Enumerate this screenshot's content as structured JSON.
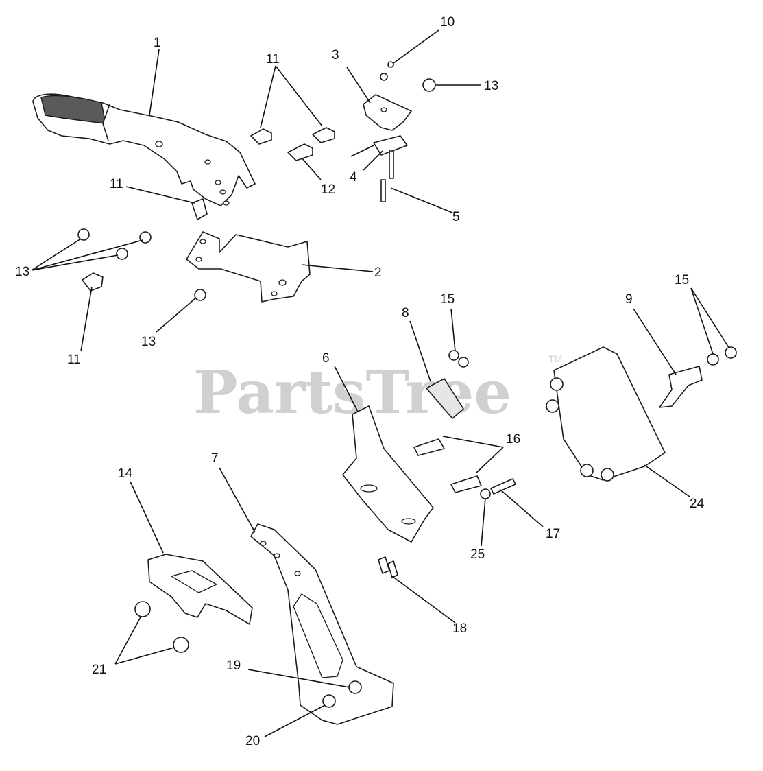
{
  "watermark": {
    "text": "PartsTree",
    "tm": "TM"
  },
  "callouts": {
    "c1": "1",
    "c2": "2",
    "c3": "3",
    "c4": "4",
    "c5": "5",
    "c6": "6",
    "c7": "7",
    "c8": "8",
    "c9": "9",
    "c10": "10",
    "c11a": "11",
    "c11b": "11",
    "c11c": "11",
    "c12": "12",
    "c13a": "13",
    "c13b": "13",
    "c13c": "13",
    "c14": "14",
    "c15a": "15",
    "c15b": "15",
    "c16": "16",
    "c17": "17",
    "c18": "18",
    "c19": "19",
    "c20": "20",
    "c21": "21",
    "c24": "24",
    "c25": "25"
  },
  "colors": {
    "line": "#1a1a1a",
    "watermark": "#d0d0d0",
    "background": "#ffffff"
  }
}
